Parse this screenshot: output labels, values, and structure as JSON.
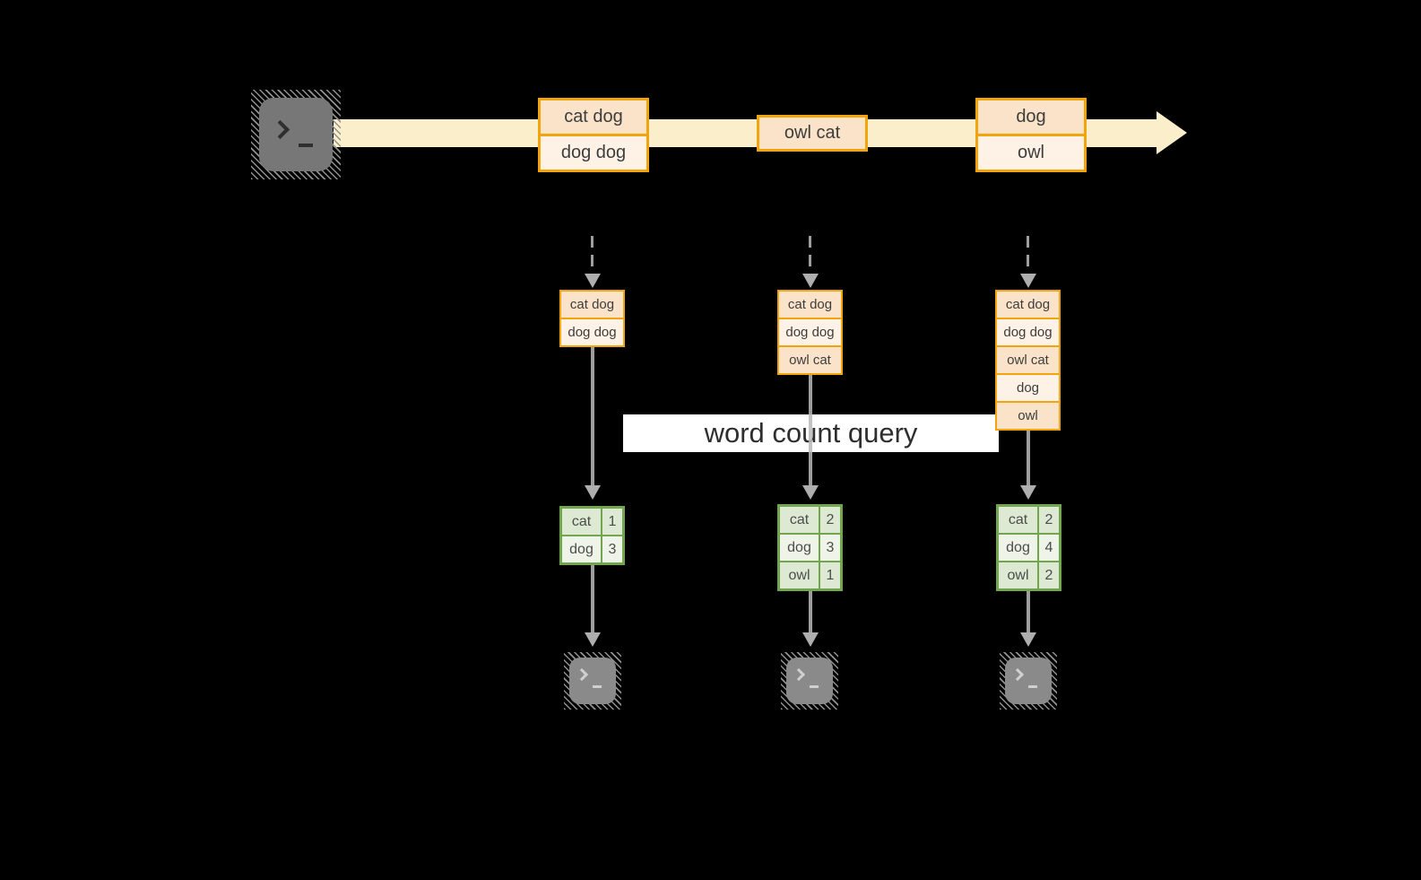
{
  "labels": {
    "query": "word count query"
  },
  "stream": {
    "source_icon": "terminal-icon",
    "batches": [
      {
        "lines": [
          "cat dog",
          "dog dog"
        ]
      },
      {
        "lines": [
          "owl cat"
        ]
      },
      {
        "lines": [
          "dog",
          "owl"
        ]
      }
    ]
  },
  "states": [
    {
      "lines": [
        "cat dog",
        "dog dog"
      ]
    },
    {
      "lines": [
        "cat dog",
        "dog dog",
        "owl cat"
      ]
    },
    {
      "lines": [
        "cat dog",
        "dog dog",
        "owl cat",
        "dog",
        "owl"
      ]
    }
  ],
  "tables": [
    {
      "rows": [
        {
          "word": "cat",
          "count": "1"
        },
        {
          "word": "dog",
          "count": "3"
        }
      ]
    },
    {
      "rows": [
        {
          "word": "cat",
          "count": "2"
        },
        {
          "word": "dog",
          "count": "3"
        },
        {
          "word": "owl",
          "count": "1"
        }
      ]
    },
    {
      "rows": [
        {
          "word": "cat",
          "count": "2"
        },
        {
          "word": "dog",
          "count": "4"
        },
        {
          "word": "owl",
          "count": "2"
        }
      ]
    }
  ],
  "sink_icons": [
    "terminal-icon",
    "terminal-icon",
    "terminal-icon"
  ],
  "colors": {
    "background": "#000000",
    "accent_orange": "#f1a40b",
    "fill_peach": "#fae3c8",
    "fill_cream": "#fdf2e5",
    "stream_band": "#faeecb",
    "green_border": "#71a64f",
    "green_fill_dark": "#dde9d2",
    "green_fill_light": "#eef4e8",
    "connector_gray": "#a2a2a2",
    "terminal_gray": "#777777"
  }
}
